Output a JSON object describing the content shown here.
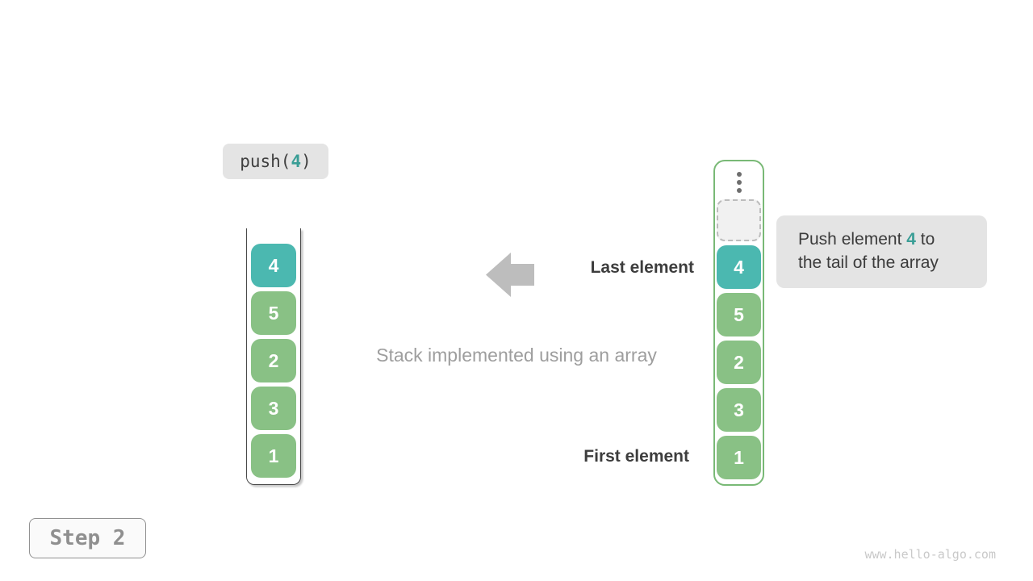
{
  "colors": {
    "teal": "#4bb8b0",
    "teal_text": "#3a9e96",
    "green": "#89c185",
    "green_border": "#79b976",
    "gray_box": "#e4e4e4",
    "arrow": "#bdbdbd",
    "dark_text": "#3d3d3d",
    "muted_text": "#9e9e9e"
  },
  "operation": {
    "prefix": "push(",
    "argument": "4",
    "suffix": ")"
  },
  "stack": {
    "cells": [
      {
        "value": "4",
        "highlight": true
      },
      {
        "value": "5"
      },
      {
        "value": "2"
      },
      {
        "value": "3"
      },
      {
        "value": "1"
      }
    ]
  },
  "array": {
    "cells": [
      {
        "value": "4",
        "highlight": true
      },
      {
        "value": "5"
      },
      {
        "value": "2"
      },
      {
        "value": "3"
      },
      {
        "value": "1"
      }
    ]
  },
  "annotations": {
    "last_element": "Last element",
    "first_element": "First element",
    "caption": "Stack implemented using an array"
  },
  "tooltip": {
    "line1_before": "Push element ",
    "line1_value": "4",
    "line1_after": " to",
    "line2": "the tail of the array"
  },
  "step": {
    "label": "Step 2"
  },
  "watermark": "www.hello-algo.com"
}
